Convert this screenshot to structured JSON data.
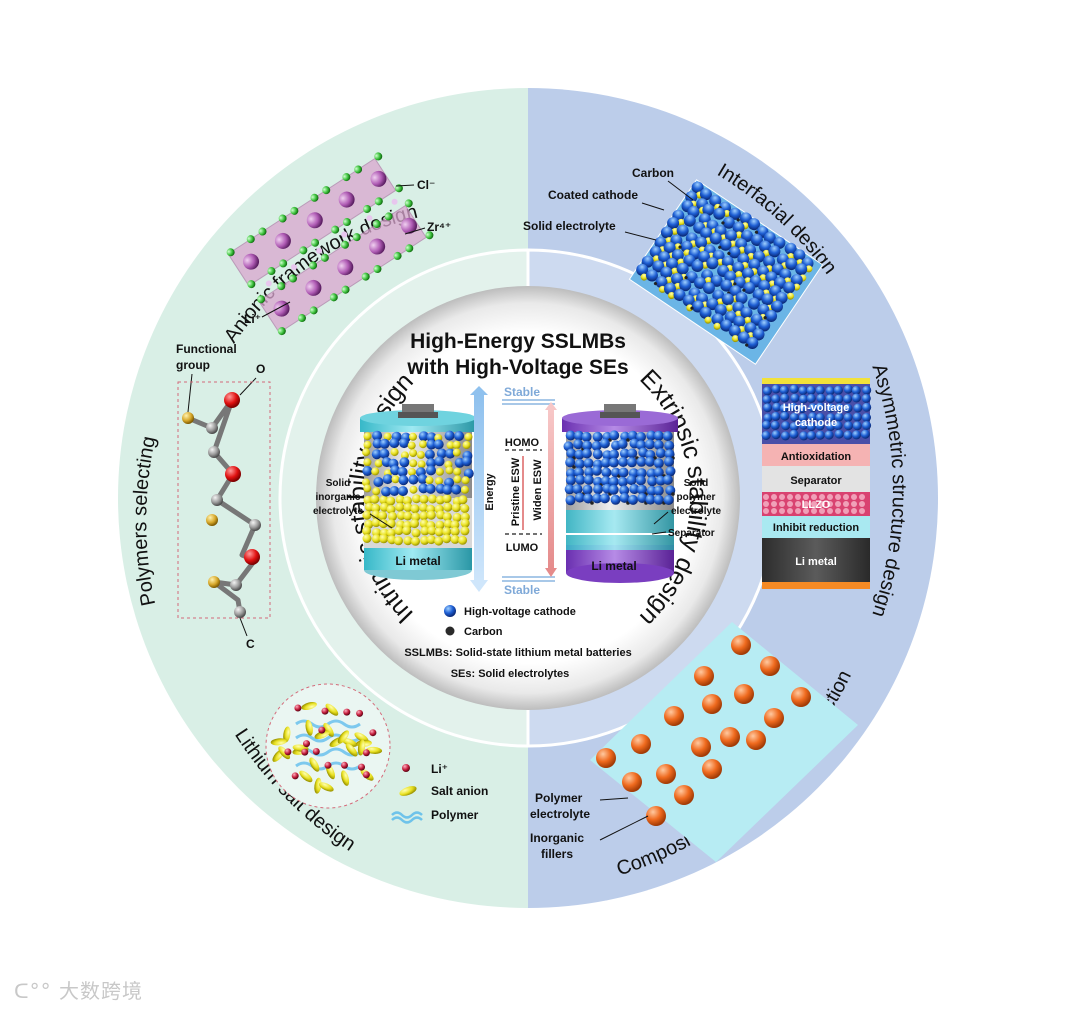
{
  "center": {
    "title_line1": "High-Energy SSLMBs",
    "title_line2": "with High-Voltage SEs",
    "left_cell_label": "Solid inorganic electrolyte",
    "left_li_metal": "Li metal",
    "right_cell_label": "Solid polymer electrolyte",
    "right_separator": "Separator",
    "right_li_metal": "Li metal",
    "stable_top": "Stable",
    "stable_bottom": "Stable",
    "homo": "HOMO",
    "lumo": "LUMO",
    "energy": "Energy",
    "pristine_esw": "Pristine ESW",
    "widen_esw": "Widen ESW",
    "legend_cathode": "High-voltage cathode",
    "legend_carbon": "Carbon",
    "note_sslmbs": "SSLMBs: Solid-state lithium metal batteries",
    "note_ses": "SEs: Solid electrolytes"
  },
  "inner_ring": {
    "intrinsic": "Intrinsic stability design",
    "extrinsic": "Extrinsic stability design"
  },
  "outer_ring": {
    "anionic": "Anionic framework design",
    "polymers": "Polymers selecting",
    "lithium_salt": "Lithium salt design",
    "interfacial": "Interfacial design",
    "asymmetric": "Asymmetric structure design",
    "composite": "Composite electrolytes construction"
  },
  "anionic_labels": {
    "cl": "Cl⁻",
    "zr": "Zr⁴⁺",
    "li": "Li⁺"
  },
  "polymer_labels": {
    "functional_line1": "Functional",
    "functional_line2": "group",
    "o": "O",
    "c": "C"
  },
  "salt_legend": {
    "li": "Li⁺",
    "anion": "Salt anion",
    "polymer": "Polymer"
  },
  "interfacial_labels": {
    "carbon": "Carbon",
    "coated": "Coated cathode",
    "solid": "Solid electrolyte"
  },
  "asymmetric_layers": {
    "cathode_line1": "High-voltage",
    "cathode_line2": "cathode",
    "antioxidation": "Antioxidation",
    "separator": "Separator",
    "llzo": "LLZO",
    "inhibit": "Inhibit reduction",
    "li_metal": "Li metal"
  },
  "composite_labels": {
    "polymer_line1": "Polymer",
    "polymer_line2": "electrolyte",
    "fillers_line1": "Inorganic",
    "fillers_line2": "fillers"
  },
  "watermark": "大数跨境",
  "colors": {
    "left_ring": "#d9efe6",
    "right_ring": "#bccdea",
    "inner_left": "#e3f2ec",
    "inner_right": "#cddaf0"
  }
}
